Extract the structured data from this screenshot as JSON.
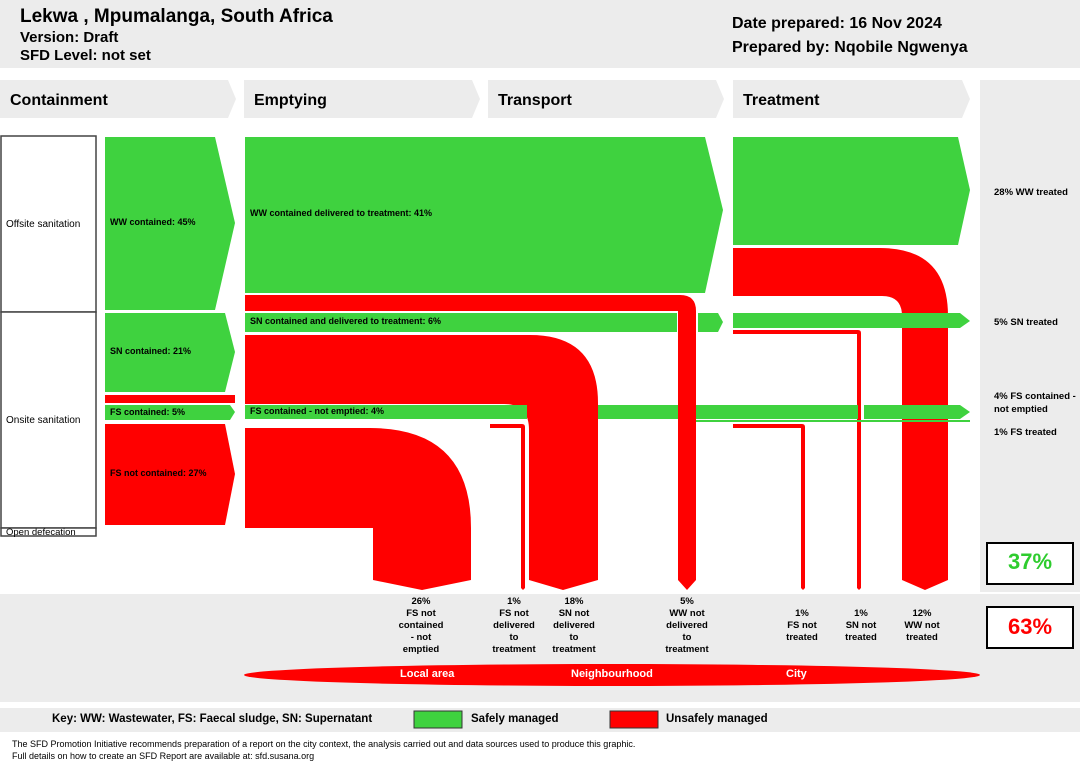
{
  "header": {
    "title": "Lekwa , Mpumalanga, South Africa",
    "version": "Version: Draft",
    "sfd_level": "SFD Level: not set",
    "date_prepared": "Date prepared: 16 Nov 2024",
    "prepared_by": "Prepared by: Nqobile Ngwenya"
  },
  "stages": [
    "Containment",
    "Emptying",
    "Transport",
    "Treatment"
  ],
  "rows": {
    "offsite": "Offsite sanitation",
    "onsite": "Onsite sanitation",
    "open": "Open defecation"
  },
  "flows": {
    "ww_contained": "WW contained: 45%",
    "sn_contained": "SN contained: 21%",
    "fs_contained": "FS contained: 5%",
    "fs_not_contained": "FS not contained: 27%",
    "ww_delivered": "WW contained delivered to treatment: 41%",
    "sn_delivered": "SN contained and delivered to treatment: 6%",
    "fs_not_emptied": "FS contained - not emptied: 4%"
  },
  "outcomes": {
    "ww_treated": "28% WW treated",
    "sn_treated": "5% SN treated",
    "fs_contained_not_emptied": "4% FS contained - not emptied",
    "fs_treated": "1% FS treated"
  },
  "unsafe_outlets": [
    {
      "pct": "26%",
      "label": "FS not contained - not emptied"
    },
    {
      "pct": "1%",
      "label": "FS not delivered to treatment"
    },
    {
      "pct": "18%",
      "label": "SN not delivered to treatment"
    },
    {
      "pct": "5%",
      "label": "WW not delivered to treatment"
    },
    {
      "pct": "1%",
      "label": "FS not treated"
    },
    {
      "pct": "1%",
      "label": "SN not treated"
    },
    {
      "pct": "12%",
      "label": "WW not treated"
    }
  ],
  "totals": {
    "safe": "37%",
    "unsafe": "63%",
    "safe_color": "#2ecc2e",
    "unsafe_color": "#ff0000"
  },
  "areas": [
    "Local area",
    "Neighbourhood",
    "City"
  ],
  "key": {
    "text": "Key: WW: Wastewater, FS: Faecal sludge, SN: Supernatant",
    "safe": "Safely managed",
    "unsafe": "Unsafely managed"
  },
  "footer": {
    "line1": "The SFD Promotion Initiative recommends preparation of a report on the city context, the analysis carried out and data sources used to produce this graphic.",
    "line2": "Full details on how to create an SFD Report are available at: sfd.susana.org"
  },
  "colors": {
    "green": "#3fd23f",
    "red": "#ff0000",
    "grey": "#ececec"
  }
}
